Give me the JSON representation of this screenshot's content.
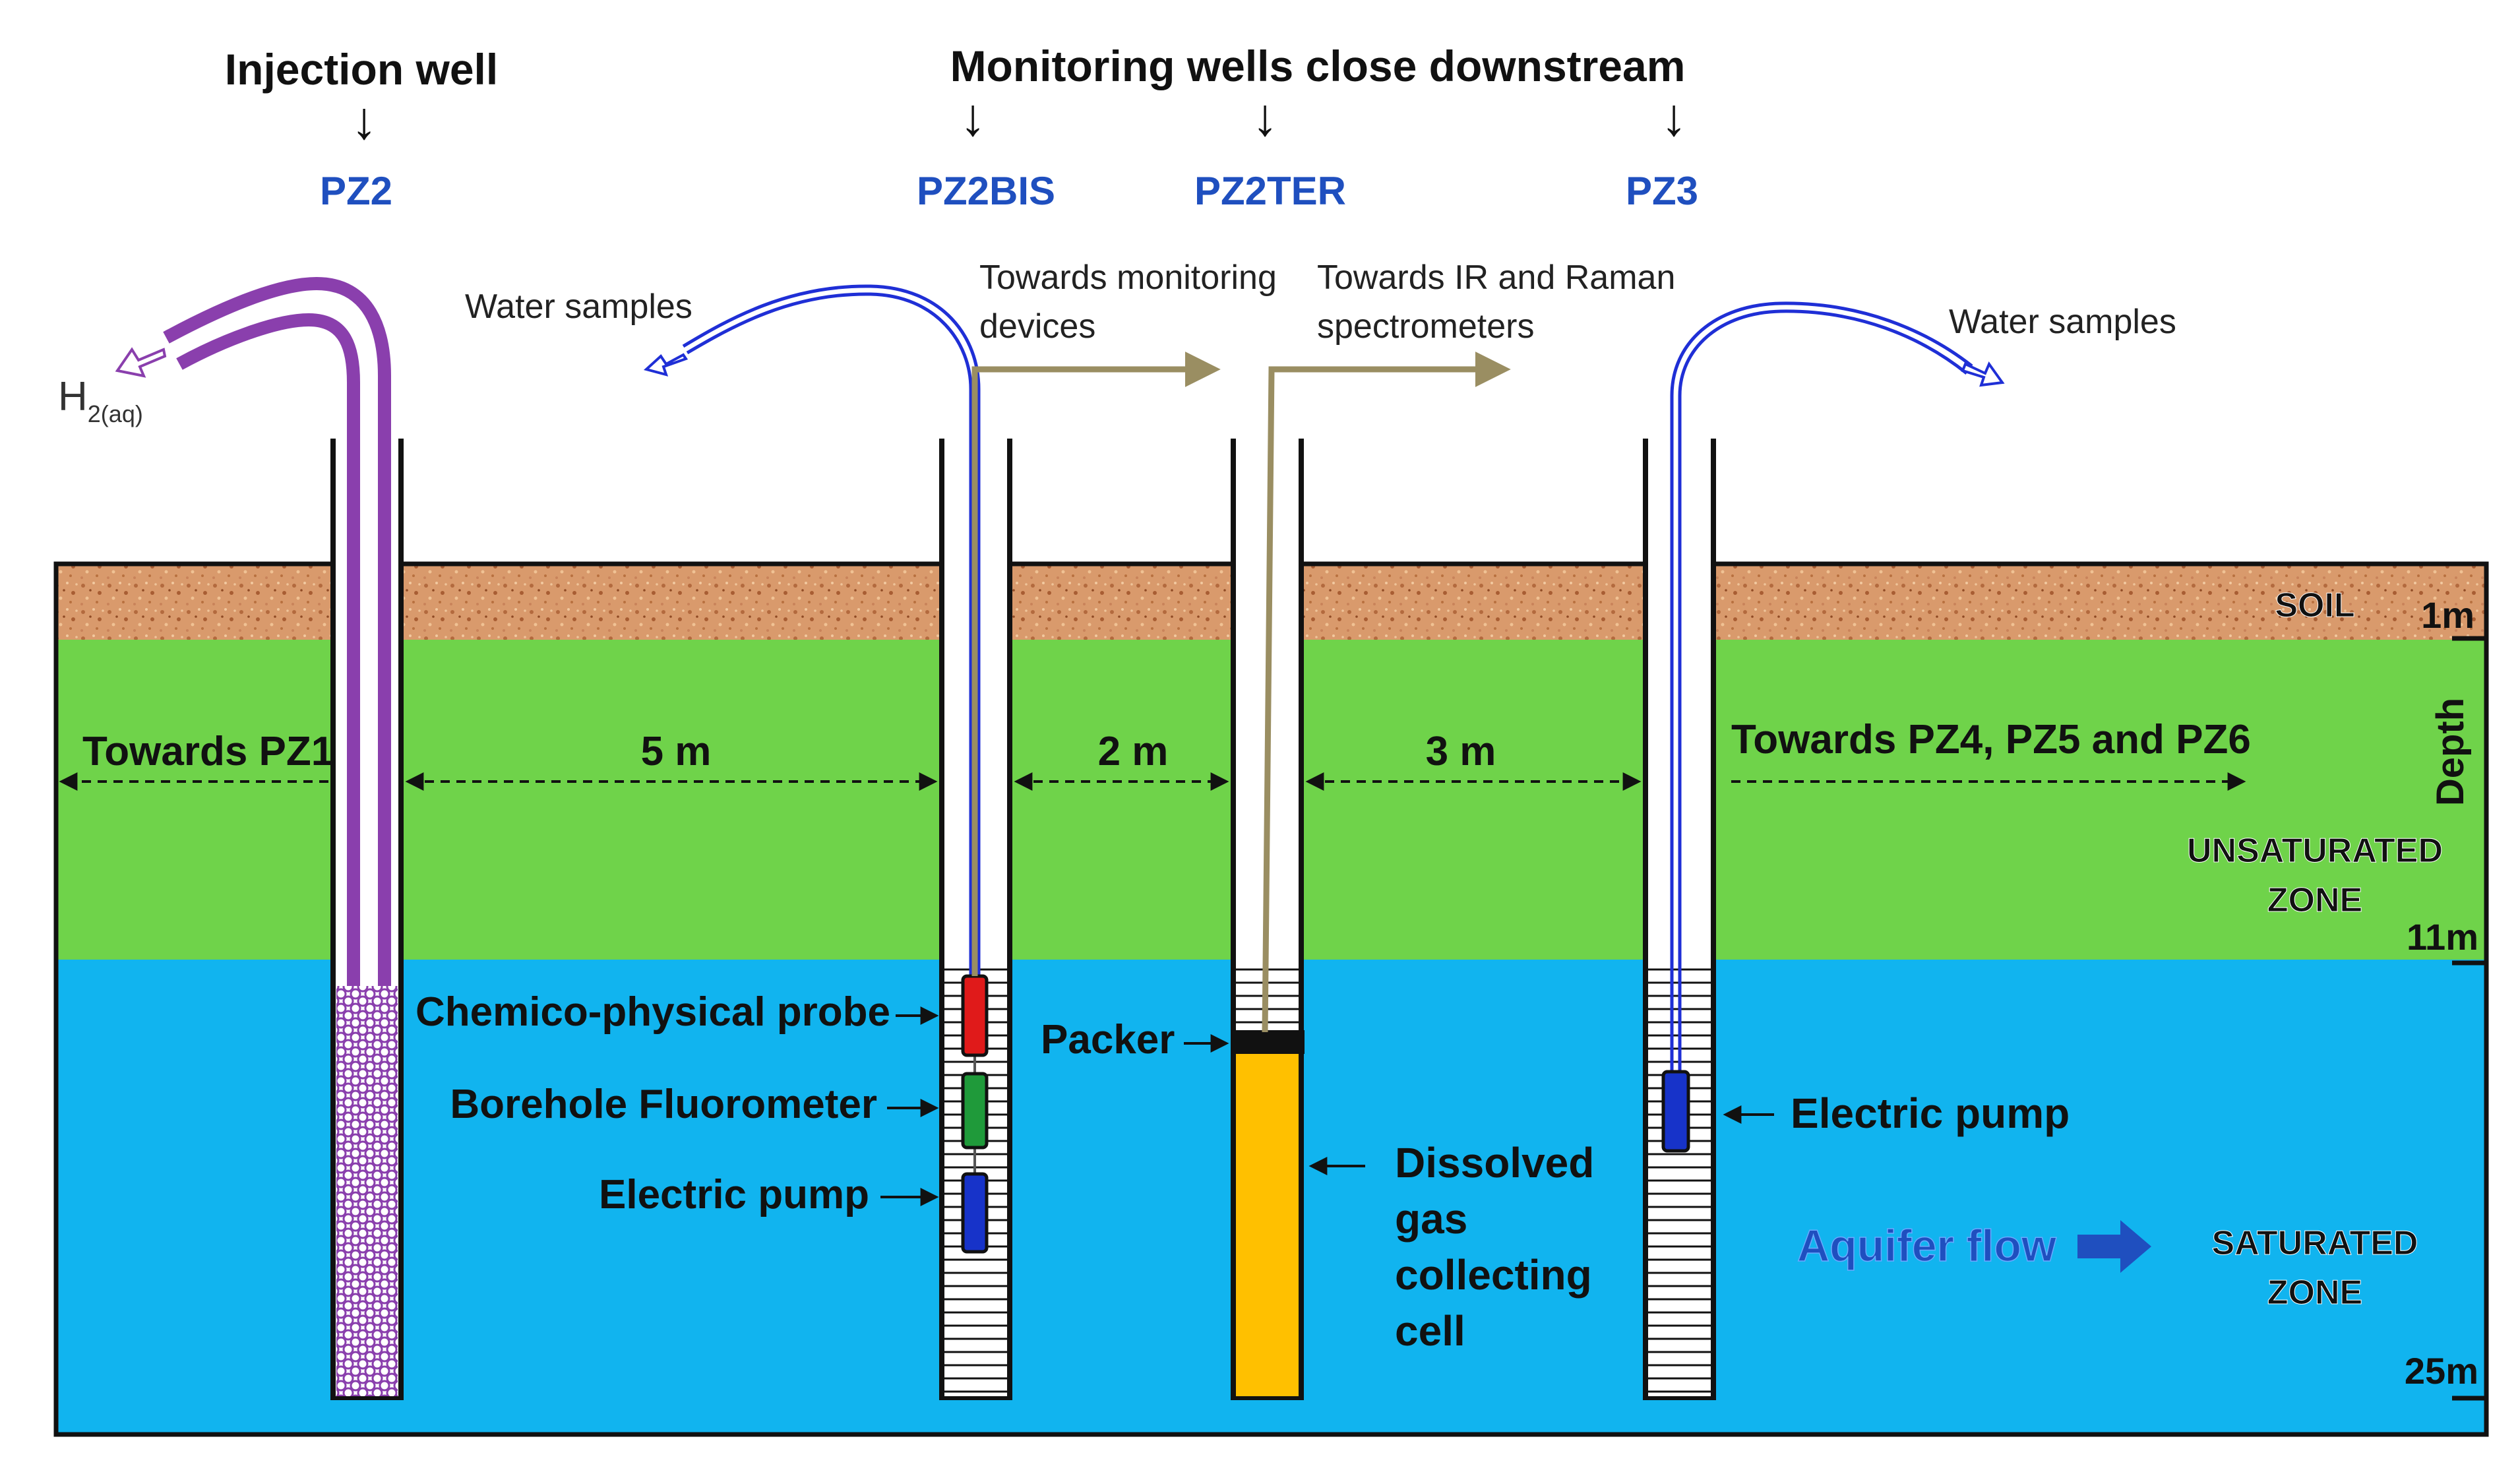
{
  "headers": {
    "injection": "Injection well",
    "monitoring": "Monitoring wells close downstream",
    "arrow_glyph": "↓"
  },
  "wells": {
    "pz2": "PZ2",
    "pz2bis": "PZ2BIS",
    "pz2ter": "PZ2TER",
    "pz3": "PZ3"
  },
  "labels": {
    "h2_main": "H",
    "h2_sub": "2(aq)",
    "water_samples_left": "Water samples",
    "water_samples_right": "Water samples",
    "towards_monitoring_1": "Towards monitoring",
    "towards_monitoring_2": "devices",
    "towards_ir_1": "Towards IR and Raman",
    "towards_ir_2": "spectrometers",
    "towards_pz1": "Towards PZ1",
    "dist_5m": "5 m",
    "dist_2m": "2 m",
    "dist_3m": "3 m",
    "towards_pz456": "Towards PZ4, PZ5 and PZ6",
    "chemico_probe": "Chemico-physical probe",
    "fluorometer": "Borehole Fluorometer",
    "pump_pz2bis": "Electric pump",
    "packer": "Packer",
    "dissolved_1": "Dissolved",
    "dissolved_2": "gas",
    "dissolved_3": "collecting",
    "dissolved_4": "cell",
    "pump_pz3": "Electric pump",
    "aquifer_flow": "Aquifer flow"
  },
  "zones": {
    "soil": "SOIL",
    "unsat_1": "UNSATURATED",
    "unsat_2": "ZONE",
    "sat_1": "SATURATED",
    "sat_2": "ZONE",
    "depth": "Depth",
    "d1": "1m",
    "d11": "11m",
    "d25": "25m"
  },
  "colors": {
    "soil": "#d99a6c",
    "unsaturated": "#6fd34a",
    "saturated": "#11b4ef",
    "injection_tube": "#8a3fad",
    "sample_tube": "#1f2fd6",
    "gas_line": "#9a8e62",
    "probe": "#e01a1a",
    "fluorometer": "#1f9a3a",
    "pump": "#1733c9",
    "gas_cell": "#ffc000",
    "label_blue": "#1f4fbf"
  }
}
